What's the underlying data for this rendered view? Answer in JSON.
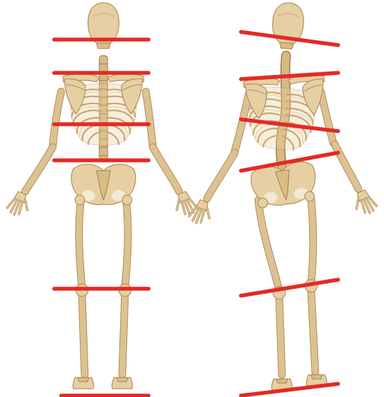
{
  "figures": [
    {
      "name": "skeleton-aligned",
      "posture": "aligned"
    },
    {
      "name": "skeleton-misaligned",
      "posture": "misaligned"
    }
  ],
  "colors": {
    "background": "#ffffff",
    "bone": "#e6cfa3",
    "bone_outline": "#b38e5a",
    "alignment_line": "#e42a23"
  }
}
